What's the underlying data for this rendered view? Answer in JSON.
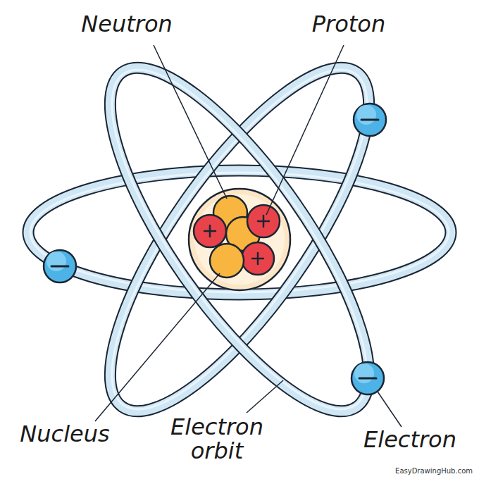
{
  "diagram": {
    "labels": [
      "Neutron",
      "Proton",
      "Nucleus",
      "Electron orbit",
      "Electron",
      "EasyDrawingHub.com"
    ]
  }
}
